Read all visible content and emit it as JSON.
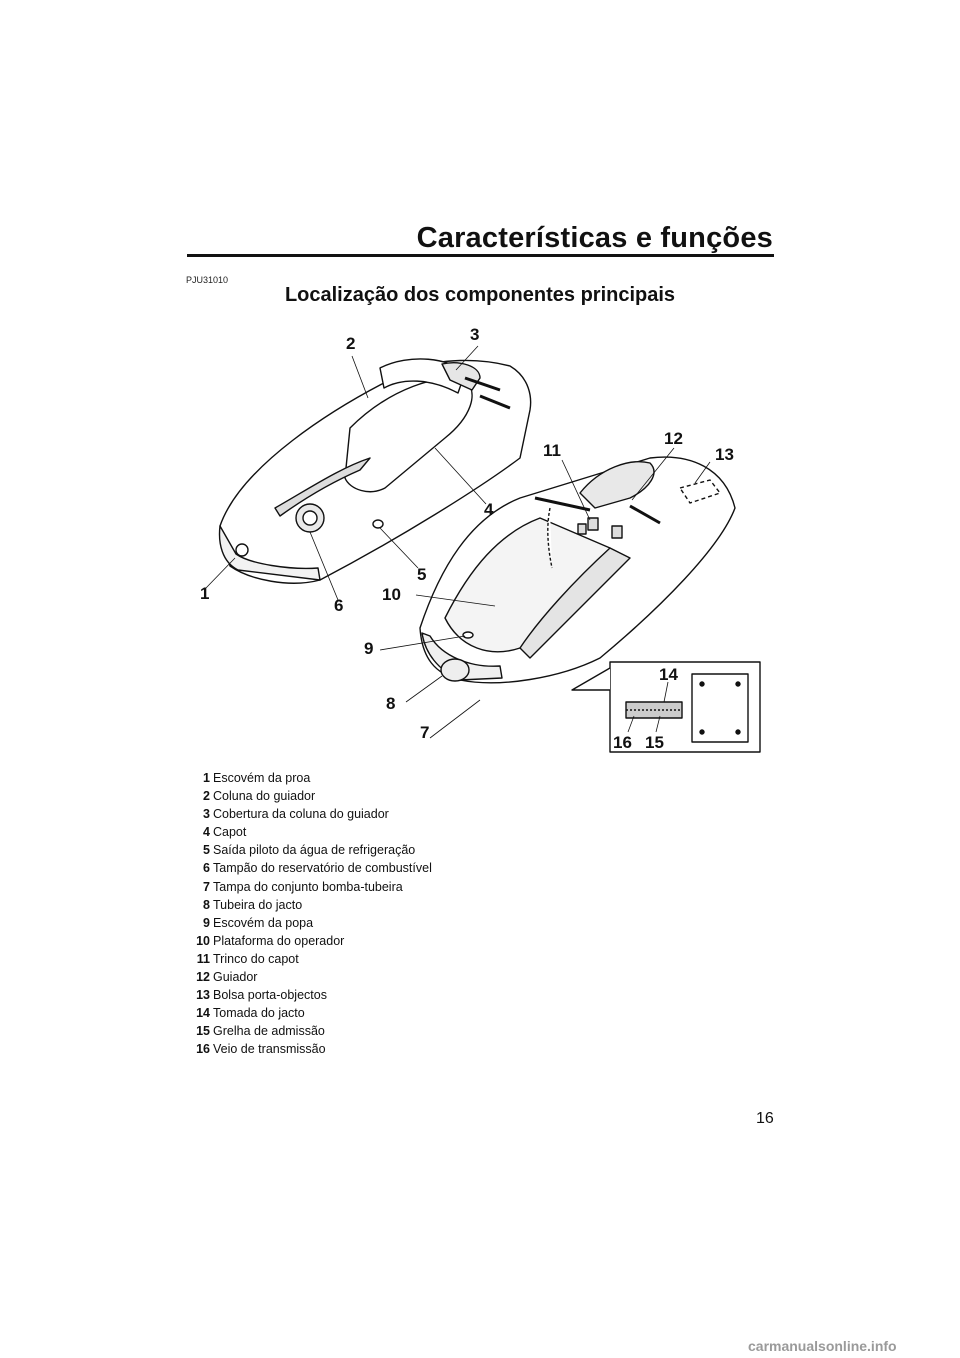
{
  "header": {
    "title": "Características e funções"
  },
  "doc_code": "PJU31010",
  "section_title": "Localização dos componentes principais",
  "callouts": [
    "1",
    "2",
    "3",
    "4",
    "5",
    "6",
    "7",
    "8",
    "9",
    "10",
    "11",
    "12",
    "13",
    "14",
    "15",
    "16"
  ],
  "legend": [
    {
      "num": "1",
      "label": "Escovém da proa"
    },
    {
      "num": "2",
      "label": "Coluna do guiador"
    },
    {
      "num": "3",
      "label": "Cobertura da coluna do guiador"
    },
    {
      "num": "4",
      "label": "Capot"
    },
    {
      "num": "5",
      "label": "Saída piloto da água de refrigeração"
    },
    {
      "num": "6",
      "label": "Tampão do reservatório de combustível"
    },
    {
      "num": "7",
      "label": "Tampa do conjunto bomba-tubeira"
    },
    {
      "num": "8",
      "label": "Tubeira do jacto"
    },
    {
      "num": "9",
      "label": "Escovém da popa"
    },
    {
      "num": "10",
      "label": "Plataforma do operador"
    },
    {
      "num": "11",
      "label": "Trinco do capot"
    },
    {
      "num": "12",
      "label": "Guiador"
    },
    {
      "num": "13",
      "label": "Bolsa porta-objectos"
    },
    {
      "num": "14",
      "label": "Tomada do jacto"
    },
    {
      "num": "15",
      "label": "Grelha de admissão"
    },
    {
      "num": "16",
      "label": "Veio de transmissão"
    }
  ],
  "page_number": "16",
  "watermark": "carmanualsonline.info"
}
